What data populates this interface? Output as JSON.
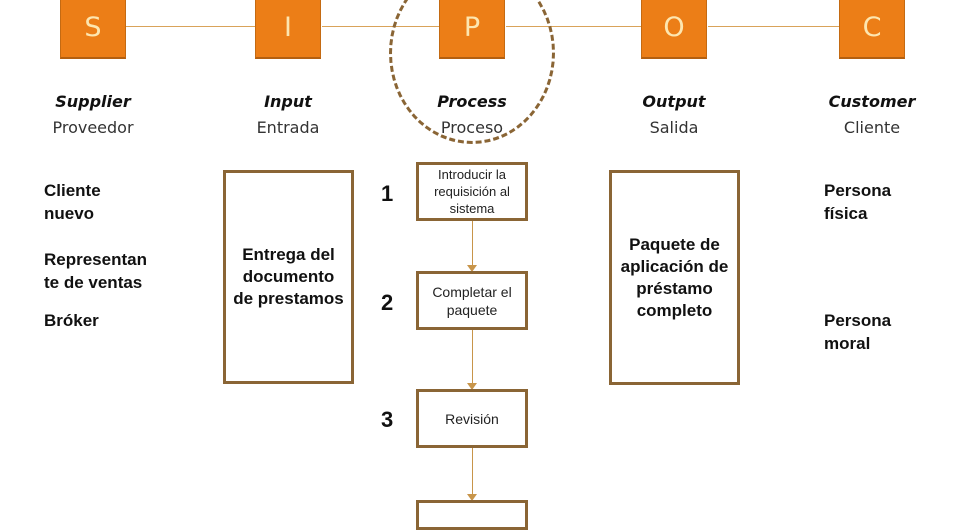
{
  "colors": {
    "orange": "#ec7e17",
    "letter": "#fde6b0",
    "border_brown": "#8a6535",
    "connector": "#d9a35a"
  },
  "columns": [
    {
      "letter": "S",
      "title_en": "Supplier",
      "title_es": "Proveedor"
    },
    {
      "letter": "I",
      "title_en": "Input",
      "title_es": "Entrada"
    },
    {
      "letter": "P",
      "title_en": "Process",
      "title_es": "Proceso"
    },
    {
      "letter": "O",
      "title_en": "Output",
      "title_es": "Salida"
    },
    {
      "letter": "C",
      "title_en": "Customer",
      "title_es": "Cliente"
    }
  ],
  "suppliers": [
    {
      "line1": "Cliente",
      "line2": "nuevo"
    },
    {
      "line1": "Representan",
      "line2": "te de ventas"
    },
    {
      "line1": "Bróker",
      "line2": ""
    }
  ],
  "input": {
    "text": "Entrega del documento de prestamos"
  },
  "process": {
    "steps": [
      {
        "number": "1",
        "label": "Introducir la requisición al sistema"
      },
      {
        "number": "2",
        "label": "Completar el paquete"
      },
      {
        "number": "3",
        "label": "Revisión"
      },
      {
        "number": "",
        "label": ""
      }
    ]
  },
  "output": {
    "text": "Paquete de aplicación de préstamo completo"
  },
  "customers": [
    {
      "line1": "Persona",
      "line2": "física"
    },
    {
      "line1": "Persona",
      "line2": "moral"
    }
  ]
}
